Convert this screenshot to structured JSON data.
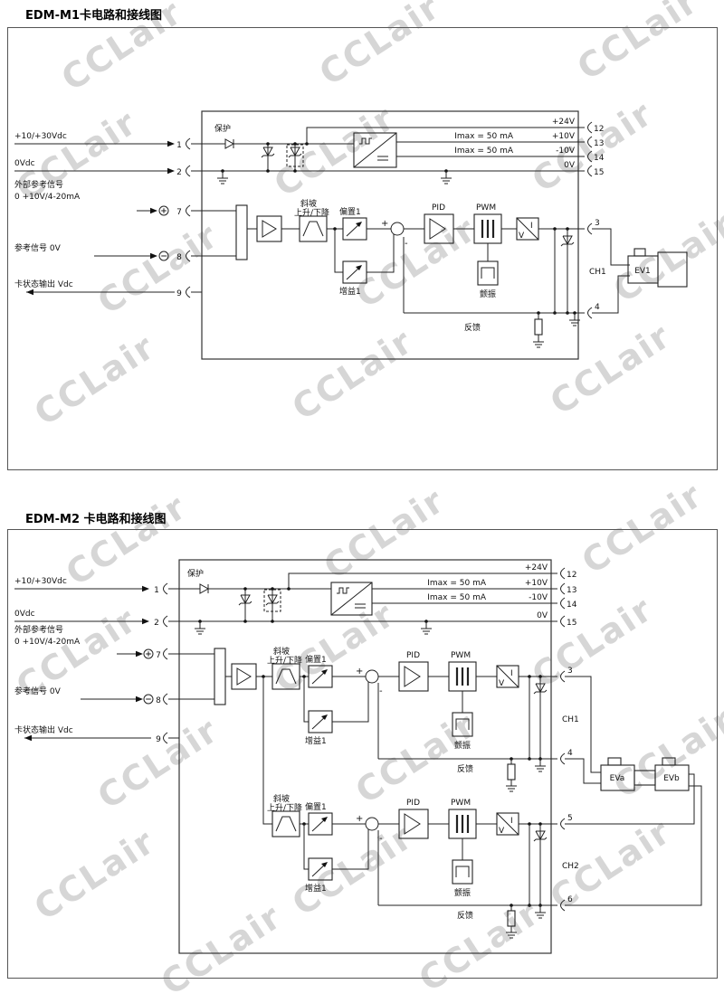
{
  "watermark": {
    "text": "CCLair"
  },
  "m1": {
    "title": "EDM-M1卡电路和接线图",
    "inputs": {
      "power": "+10/+30Vdc",
      "ground": "0Vdc",
      "ext_ref_line1": "外部参考信号",
      "ext_ref_line2": "0 +10V/4-20mA",
      "ref_zero": "参考信号 0V",
      "card_status": "卡状态输出 Vdc"
    },
    "terminals": {
      "t1": "1",
      "t2": "2",
      "t7": "7",
      "t8": "8",
      "t9": "9",
      "t12": "12",
      "t13": "13",
      "t14": "14",
      "t15": "15",
      "t3": "3",
      "t4": "4"
    },
    "blocks": {
      "protection": "保护",
      "ramp_line1": "斜坡",
      "ramp_line2": "上升/下降",
      "offset1": "偏置1",
      "gain1": "增益1",
      "pid": "PID",
      "pwm": "PWM",
      "dither": "颤振",
      "feedback": "反馈",
      "volt": "V",
      "curr": "I",
      "plus": "+",
      "minus": "-"
    },
    "outputs": {
      "p24v": "+24V",
      "imax13": "Imax = 50 mA",
      "p10v": "+10V",
      "imax14": "Imax = 50 mA",
      "m10v": "-10V",
      "zerov": "0V"
    },
    "channel": {
      "ch1": "CH1",
      "ev1": "EV1"
    }
  },
  "m2": {
    "title": "EDM-M2 卡电路和接线图",
    "inputs": {
      "power": "+10/+30Vdc",
      "ground": "0Vdc",
      "ext_ref_line1": "外部参考信号",
      "ext_ref_line2": "0 +10V/4-20mA",
      "ref_zero": "参考信号 0V",
      "card_status": "卡状态输出 Vdc"
    },
    "terminals": {
      "t1": "1",
      "t2": "2",
      "t7": "7",
      "t8": "8",
      "t9": "9",
      "t12": "12",
      "t13": "13",
      "t14": "14",
      "t15": "15",
      "t3": "3",
      "t4": "4",
      "t5": "5",
      "t6": "6"
    },
    "blocks": {
      "protection": "保护",
      "ramp_line1": "斜坡",
      "ramp_line2": "上升/下降",
      "offset1": "偏置1",
      "gain1": "增益1",
      "pid": "PID",
      "pwm": "PWM",
      "dither": "颤振",
      "feedback": "反馈",
      "volt": "V",
      "curr": "I",
      "plus": "+",
      "minus": "-"
    },
    "outputs": {
      "p24v": "+24V",
      "imax13": "Imax = 50 mA",
      "p10v": "+10V",
      "imax14": "Imax = 50 mA",
      "m10v": "-10V",
      "zerov": "0V"
    },
    "channels": {
      "ch1": "CH1",
      "ch2": "CH2",
      "eva": "EVa",
      "evb": "EVb"
    }
  }
}
